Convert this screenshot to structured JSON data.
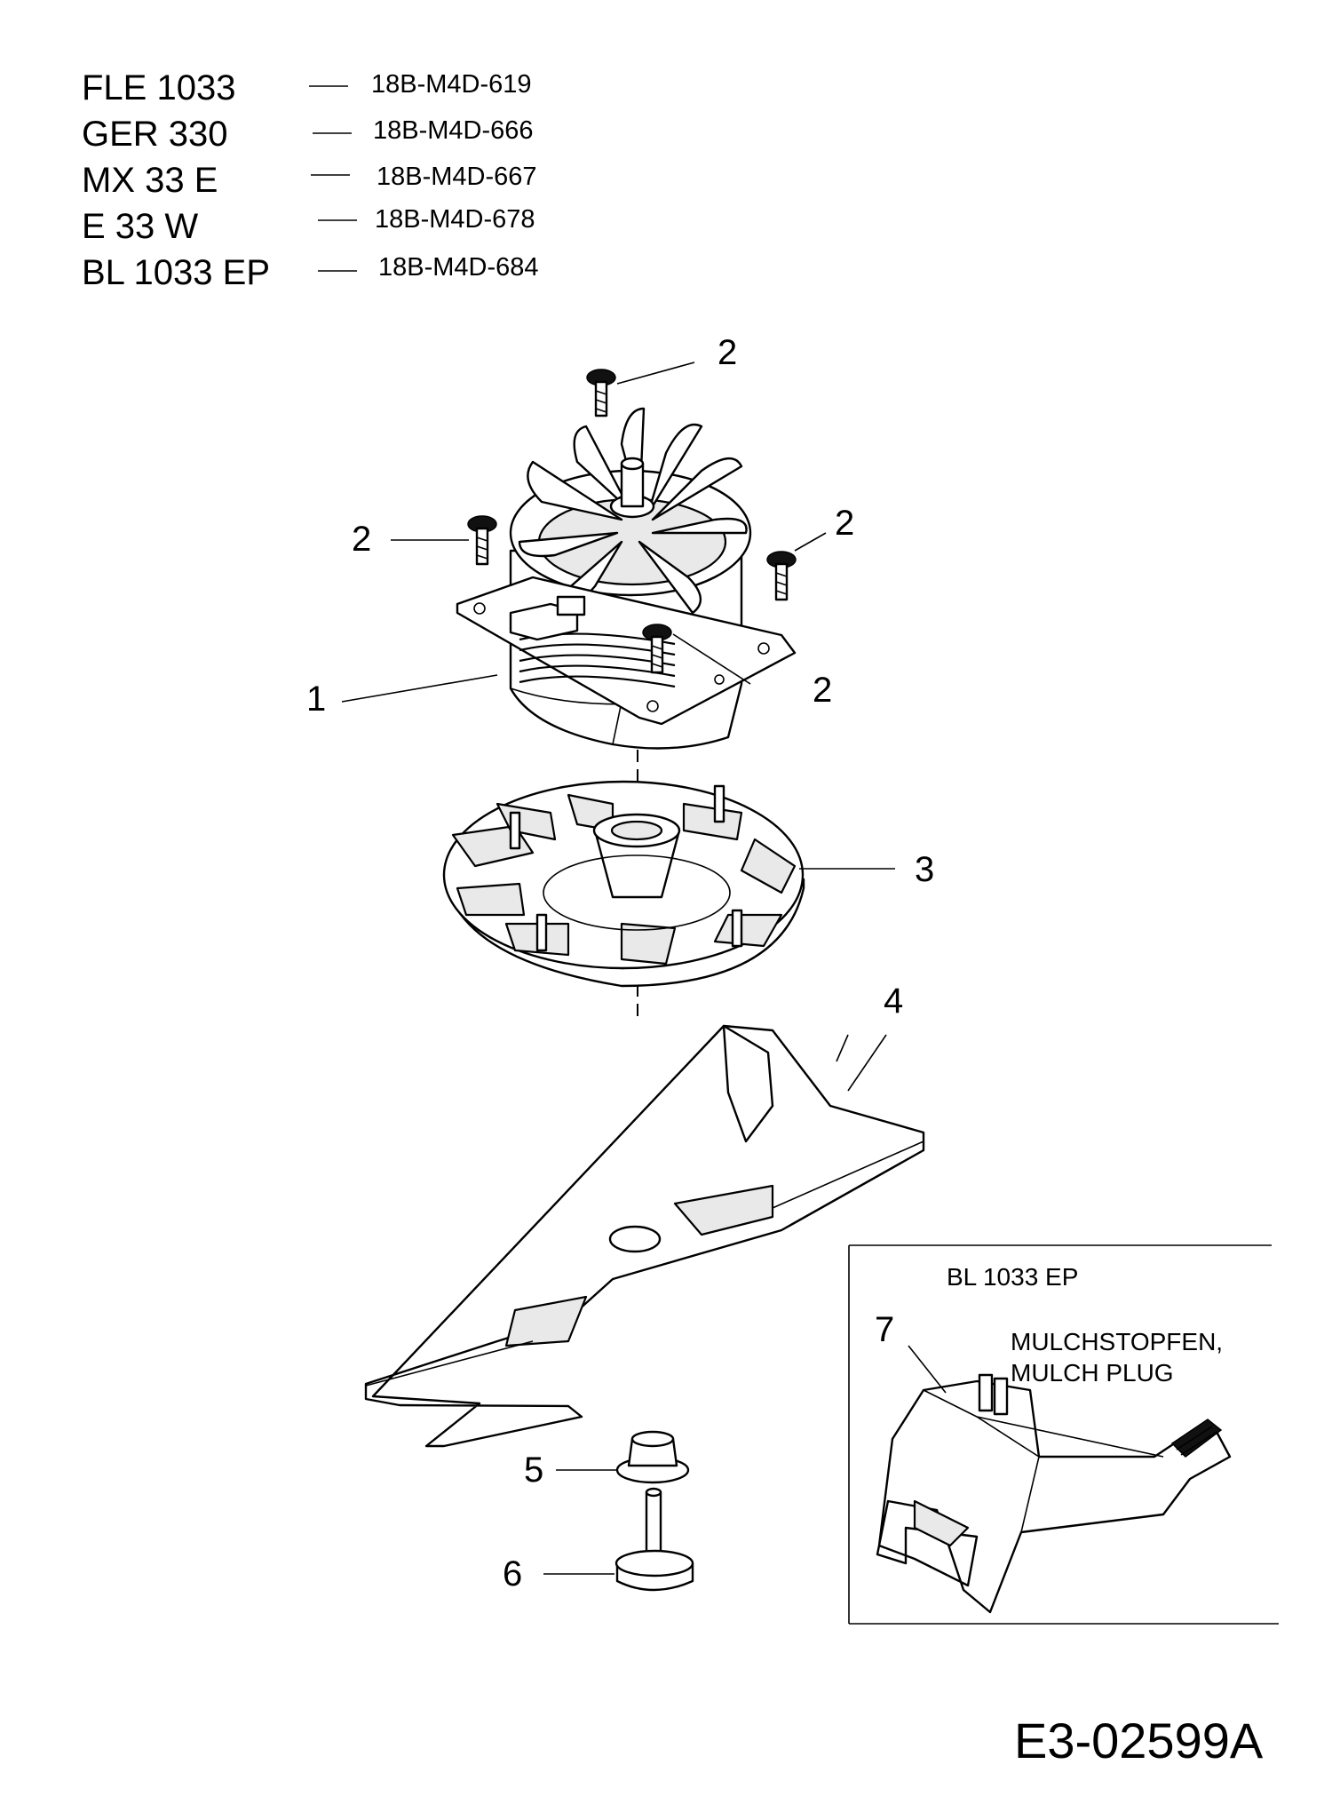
{
  "models": [
    {
      "name": "FLE 1033",
      "code": "18B-M4D-619"
    },
    {
      "name": "GER 330",
      "code": "18B-M4D-666"
    },
    {
      "name": "MX 33 E",
      "code": "18B-M4D-667"
    },
    {
      "name": "E 33 W",
      "code": "18B-M4D-678"
    },
    {
      "name": "BL 1033 EP",
      "code": "18B-M4D-684"
    }
  ],
  "callouts": {
    "motor": "1",
    "screw_top": "2",
    "screw_left": "2",
    "screw_right": "2",
    "screw_front": "2",
    "fan": "3",
    "blade": "4",
    "washer": "5",
    "bolt": "6",
    "mulch_plug": "7"
  },
  "inset": {
    "title": "BL 1033 EP",
    "label_line1": "MULCHSTOPFEN,",
    "label_line2": "MULCH PLUG"
  },
  "document_id": "E3-02599A"
}
